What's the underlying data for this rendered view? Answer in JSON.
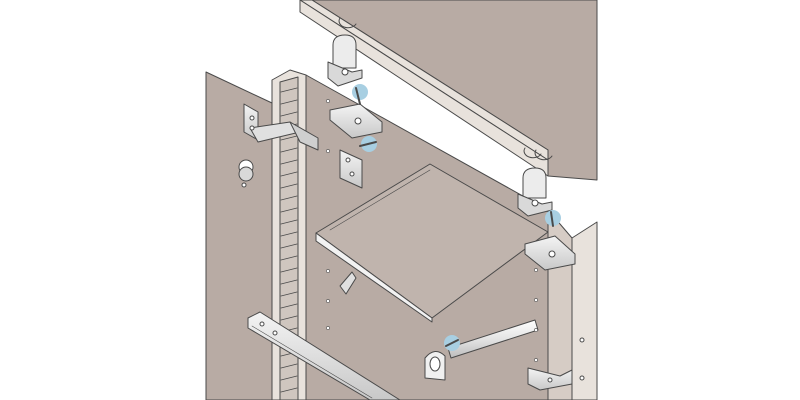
{
  "diagram": {
    "kind": "furniture-assembly-illustration",
    "text_labels": [],
    "colors": {
      "background": "#ffffff",
      "panel": "#b8aba4",
      "panel_top": "#a89b94",
      "panel_edge": "#e8e2dc",
      "shelf": "#c0b4ad",
      "shelf_front": "#f2f2f2",
      "metal": "#d8d8d8",
      "metal_light": "#f0f0f0",
      "highlight": "#a8cfe2",
      "outline": "#4a4a4a"
    },
    "parts": [
      {
        "id": "top-panel",
        "icon": "panel"
      },
      {
        "id": "left-side-panel",
        "icon": "panel"
      },
      {
        "id": "back-panel",
        "icon": "panel"
      },
      {
        "id": "right-side-panel",
        "icon": "panel"
      },
      {
        "id": "front-edge-strip",
        "icon": "perforated-strip"
      },
      {
        "id": "shelf",
        "icon": "shelf"
      },
      {
        "id": "hinge",
        "icon": "hinge"
      },
      {
        "id": "mounting-plate",
        "icon": "plate"
      },
      {
        "id": "top-fitting-left",
        "icon": "cam-fitting"
      },
      {
        "id": "top-fitting-right",
        "icon": "cam-fitting"
      },
      {
        "id": "bracket-left",
        "icon": "bracket"
      },
      {
        "id": "bracket-right",
        "icon": "bracket"
      },
      {
        "id": "screws",
        "icon": "screw"
      },
      {
        "id": "rail",
        "icon": "drawer-rail"
      },
      {
        "id": "rod-holder",
        "icon": "rod-holder"
      },
      {
        "id": "hanging-rod",
        "icon": "rod"
      },
      {
        "id": "shelf-pin",
        "icon": "pin"
      },
      {
        "id": "bottom-clip",
        "icon": "clip"
      }
    ]
  }
}
